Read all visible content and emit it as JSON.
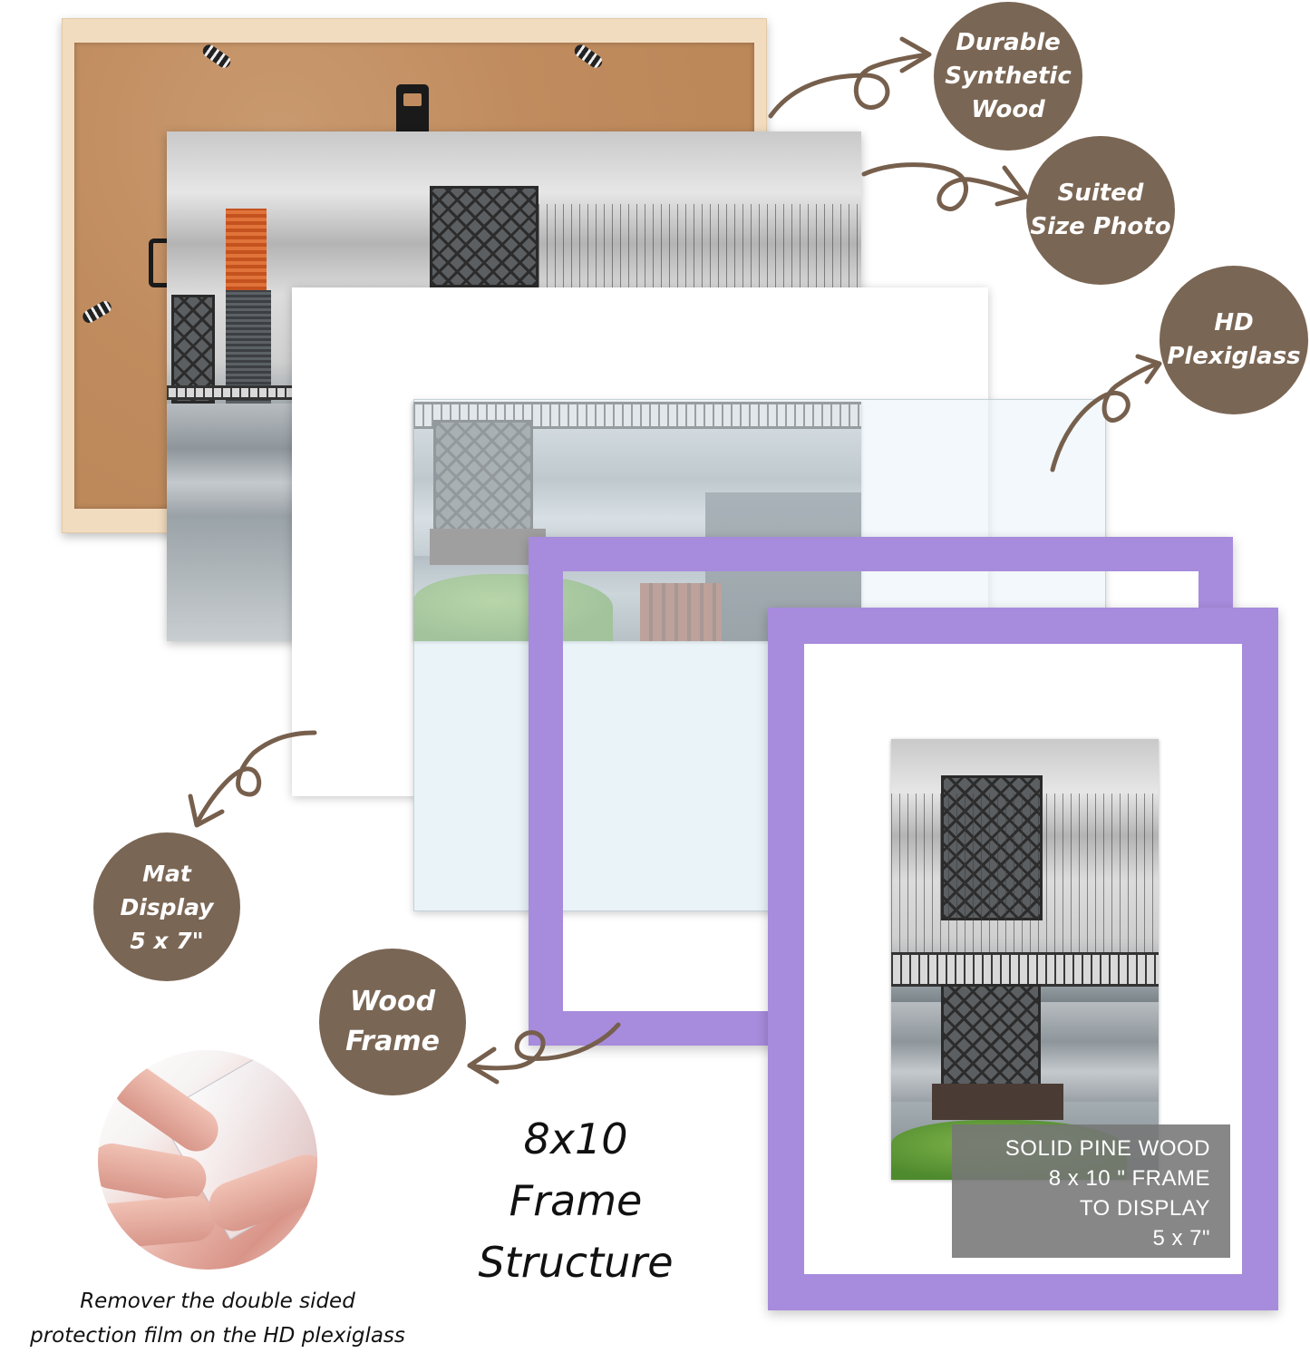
{
  "colors": {
    "badge_brown": "#7a6654",
    "arrow_brown": "#765f4c",
    "frame_purple": "#a78bdc",
    "pine_wood": "#f2dcc0",
    "cork": "#c08c5f",
    "glass": "#eef5f9",
    "caption_gray": "#767676"
  },
  "layers": [
    {
      "id": "back-panel",
      "label": "Durable Synthetic Wood"
    },
    {
      "id": "backdrop-photo",
      "label": "Suited Size Photo"
    },
    {
      "id": "plexiglass",
      "label": "HD Plexiglass"
    },
    {
      "id": "mat",
      "label": "Mat Display 5 x 7\""
    },
    {
      "id": "wood-frame",
      "label": "Wood Frame"
    }
  ],
  "badges": {
    "durable": {
      "lines": [
        "Durable",
        "Synthetic",
        "Wood"
      ]
    },
    "suited": {
      "lines": [
        "Suited",
        "Size Photo"
      ]
    },
    "hd": {
      "lines": [
        "HD",
        "Plexiglass"
      ]
    },
    "mat": {
      "lines": [
        "Mat",
        "Display",
        "5 x 7\""
      ]
    },
    "wood": {
      "lines": [
        "Wood",
        "Frame"
      ]
    }
  },
  "title": {
    "lines": [
      "8x10",
      "Frame",
      "Structure"
    ]
  },
  "caption_box": {
    "lines": [
      "SOLID PINE WOOD",
      "8 x 10 \" FRAME",
      "TO DISPLAY",
      "5 x 7\""
    ]
  },
  "film_note": {
    "lines": [
      "Remover the double sided",
      "protection film on the HD plexiglass"
    ]
  }
}
